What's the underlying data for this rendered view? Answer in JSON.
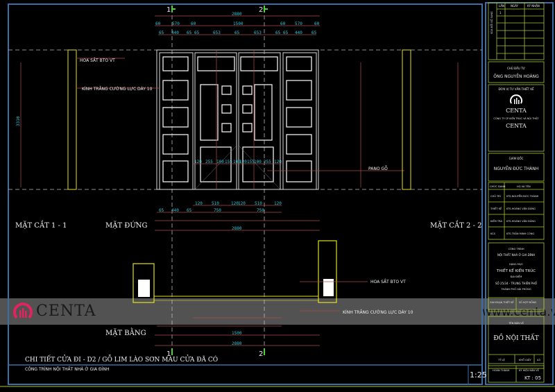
{
  "drawing": {
    "title": "CHI TIẾT CỬA ĐI - D2 / GỖ LIM LÀO SƠN MÀU CỬA ĐÃ CÓ",
    "subtitle": "CÔNG TRÌNH NỘI THẤT NHÀ Ở GIA ĐÌNH",
    "scale": "1:25",
    "views": {
      "section1": "MẶT CẮT 1 - 1",
      "elevation": "MẶT ĐỨNG",
      "section2": "MẶT CẮT 2 - 2",
      "plan": "MẶT BẰNG"
    },
    "axes": [
      "1",
      "2"
    ],
    "notes": {
      "pattern": "HOA SẮT BTO VT",
      "glass": "KÍNH TRẮNG CƯỜNG LỰC DÀY 10",
      "panel": "PANO GỖ"
    },
    "dims": {
      "overall": "2880",
      "row2": [
        "60",
        "570",
        "60",
        "1500",
        "60",
        "570",
        "60"
      ],
      "row3": [
        "65",
        "440",
        "65",
        "65",
        "653",
        "65",
        "653",
        "65",
        "65",
        "440",
        "65"
      ],
      "mid": [
        "120",
        "255",
        "100",
        "155",
        "100",
        "120",
        "155",
        "100",
        "255",
        "120"
      ],
      "bottom1": [
        "120",
        "510",
        "120",
        "120",
        "510",
        "120"
      ],
      "bottom2": [
        "65",
        "440",
        "65",
        "750",
        "750"
      ],
      "height": "3310"
    }
  },
  "title_block": {
    "revision": {
      "headers": [
        "LẦN",
        "NGÀY",
        "KÝ NHẬN"
      ],
      "side_label": "SỬA ĐỔI BỔ SUNG",
      "rows": [
        "1"
      ]
    },
    "owner_label": "CHỦ ĐẦU TƯ",
    "owner": "ÔNG NGUYỄN HOÀNG",
    "consultant_label": "ĐƠN VỊ TƯ VẤN THIẾT KẾ",
    "brand": "CENTA",
    "company": "CÔNG TY CP KIẾN TRÚC VÀ NỘI THẤT",
    "director_label": "GIÁM ĐỐC",
    "director": "NGUYỄN ĐỨC THÀNH",
    "staff_headers": [
      "CHỨC DANH",
      "HỌ VÀ TÊN"
    ],
    "staff": [
      {
        "role": "CHỦ TRÌ",
        "name": "KTS.NGUYỄN ĐỨC THÀNH"
      },
      {
        "role": "THIẾT KẾ",
        "name": "KTS.HOÀNG VĂN DŨNG"
      },
      {
        "role": "KIỂM TRA",
        "name": "KTS.HOÀNG VĂN DŨNG"
      },
      {
        "role": "KCS",
        "name": "KTS.TRẦN MINH CÔNG"
      }
    ],
    "project_label": "CÔNG TRÌNH",
    "project": "NỘI THẤT NHÀ Ở GIA ĐÌNH",
    "item_label": "HẠNG MỤC",
    "item": "THIẾT KẾ KIẾN TRÚC",
    "location_label": "ĐỊA ĐIỂM",
    "location1": "SỐ 25/34 - TRUNG THIÊN PHỐ",
    "location2": "THÀNH PHỐ HẢI PHÒNG",
    "stage": "GIAI ĐOẠN THIẾT KẾ",
    "contract": "SỐ HỢP ĐỒNG",
    "sheet_label": "TÊN BẢN VẼ",
    "sheet_name": "ĐỒ NỘI THẤT",
    "scale_label": "TỶ LỆ",
    "paper_label": "KHỔ GIẤY",
    "paper": "A3",
    "done_label": "HOÀN THÀNH",
    "code_label": "KÝ HIỆU BẢN VẼ",
    "code": "KT : 05"
  },
  "watermark": {
    "brand": "CENTA",
    "url": "www.centa.vn"
  },
  "colors": {
    "frame": "#3c6ea8",
    "tb": "#a6c83c",
    "dim": "#b04a4a",
    "dimText": "#29c7d6",
    "axis": "#4fd13a",
    "wall": "#e6e020"
  }
}
